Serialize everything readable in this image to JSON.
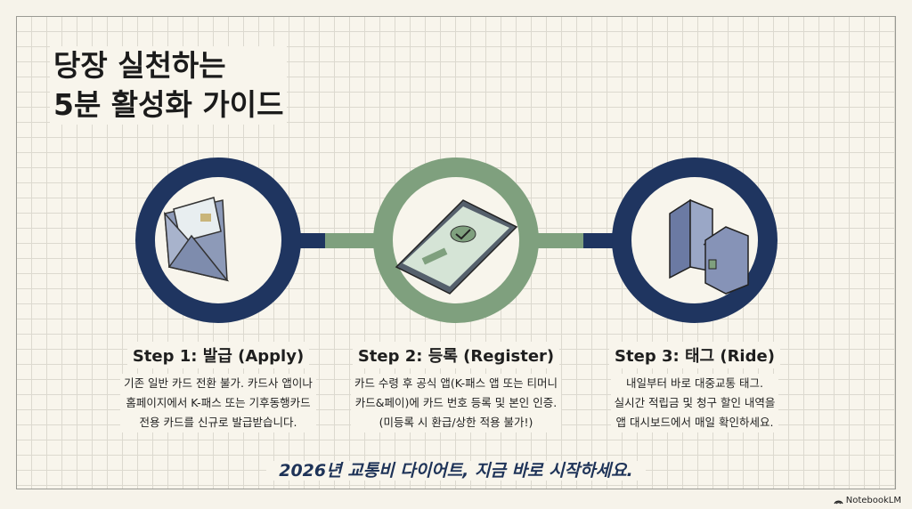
{
  "title": {
    "line1": "당장 실천하는",
    "line2": "5분 활성화 가이드"
  },
  "steps": [
    {
      "title": "Step 1: 발급 (Apply)",
      "lines": [
        "기존 일반 카드 전환 불가. 카드사 앱이나",
        "홈페이지에서 K-패스 또는 기후동행카드",
        "전용 카드를 신규로 발급받습니다."
      ],
      "icon": "envelope-card-icon",
      "color": "#1f3560"
    },
    {
      "title": "Step 2: 등록 (Register)",
      "lines": [
        "카드 수령 후 공식 앱(K-패스 앱 또는 티머니",
        "카드&페이)에 카드 번호 등록 및 본인 인증.",
        "(미등록 시 환급/상한 적용 불가!)"
      ],
      "icon": "phone-check-icon",
      "color": "#7fa07e"
    },
    {
      "title": "Step 3: 태그 (Ride)",
      "lines": [
        "내일부터 바로 대중교통 태그.",
        "실시간 적립금 및 청구 할인 내역을",
        "앱 대시보드에서 매일 확인하세요."
      ],
      "icon": "transit-gate-icon",
      "color": "#1f3560"
    }
  ],
  "tagline": "2026년 교통비 다이어트, 지금 바로 시작하세요.",
  "brand": "NotebookLM"
}
